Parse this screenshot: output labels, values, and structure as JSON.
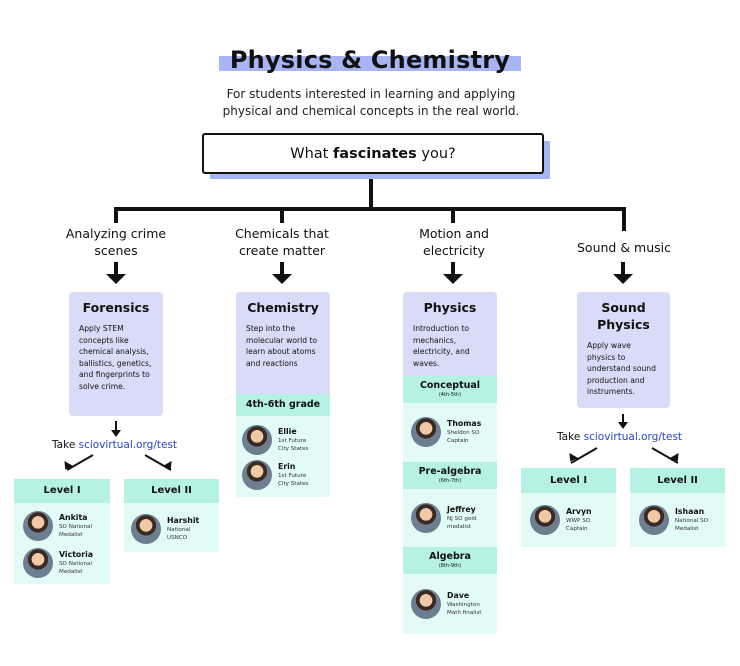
{
  "header": {
    "title": "Physics & Chemistry",
    "subtitle_line1": "For students interested in learning and applying",
    "subtitle_line2": "physical and chemical concepts in the real world."
  },
  "question": {
    "prefix": "What ",
    "emphasis": "fascinates",
    "suffix": " you?"
  },
  "branches": [
    {
      "label_line1": "Analyzing crime",
      "label_line2": "scenes",
      "card": {
        "title": "Forensics",
        "desc": "Apply STEM concepts like chemical analysis, ballistics, genetics, and fingerprints to solve crime."
      },
      "take_prefix": "Take ",
      "take_link": "sciovirtual.org/test",
      "levels": [
        {
          "title": "Level I",
          "people": [
            {
              "name": "Ankita",
              "info1": "SO National",
              "info2": "Medalist",
              "info3": ""
            },
            {
              "name": "Victoria",
              "info1": "SO National",
              "info2": "Medalist",
              "info3": ""
            }
          ]
        },
        {
          "title": "Level II",
          "people": [
            {
              "name": "Harshit",
              "info1": "National",
              "info2": "USNCO",
              "info3": ""
            }
          ]
        }
      ]
    },
    {
      "label_line1": "Chemicals that",
      "label_line2": "create matter",
      "card": {
        "title": "Chemistry",
        "desc": "Step into the molecular world to learn about atoms and reactions"
      },
      "grade_label": "4th-6th grade",
      "people": [
        {
          "name": "Ellie",
          "info1": "1st Future",
          "info2": "City States",
          "info3": ""
        },
        {
          "name": "Erin",
          "info1": "1st Future",
          "info2": "City States",
          "info3": ""
        }
      ]
    },
    {
      "label_line1": "Motion and",
      "label_line2": "electricity",
      "card": {
        "title": "Physics",
        "desc": "Introduction to mechanics, electricity, and waves."
      },
      "tracks": [
        {
          "title": "Conceptual",
          "range": "(4th-5th)",
          "person": {
            "name": "Thomas",
            "info1": "Sheldon SO",
            "info2": "Captain",
            "info3": ""
          }
        },
        {
          "title": "Pre-algebra",
          "range": "(6th-7th)",
          "person": {
            "name": "Jeffrey",
            "info1": "NJ SO gold",
            "info2": "medalist",
            "info3": ""
          }
        },
        {
          "title": "Algebra",
          "range": "(8th-9th)",
          "person": {
            "name": "Dave",
            "info1": "Washington",
            "info2": "Math finalist",
            "info3": ""
          }
        }
      ]
    },
    {
      "label_line1": "Sound & music",
      "label_line2": "",
      "card": {
        "title_line1": "Sound",
        "title_line2": "Physics",
        "desc": "Apply wave physics to understand sound production and instruments."
      },
      "take_prefix": "Take ",
      "take_link": "sciovirtual.org/test",
      "levels": [
        {
          "title": "Level I",
          "people": [
            {
              "name": "Arvyn",
              "info1": "WWP SO",
              "info2": "Captain",
              "info3": ""
            }
          ]
        },
        {
          "title": "Level II",
          "people": [
            {
              "name": "Ishaan",
              "info1": "National SO",
              "info2": "Medalist",
              "info3": ""
            }
          ]
        }
      ]
    }
  ],
  "colors": {
    "accent_blue": "#a8b5f5",
    "card_lavender": "#d8dcf8",
    "mint": "#b6f2e4",
    "mint_light": "#e3fbf6",
    "link_blue": "#2a45c9"
  }
}
